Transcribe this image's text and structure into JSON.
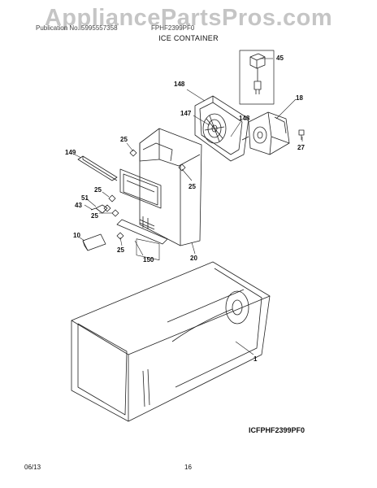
{
  "watermark": "AppliancePartsPros.com",
  "header": {
    "publication": "Publication No. 5995557358",
    "model": "FPHF2399PF0",
    "section_title": "ICE CONTAINER"
  },
  "callouts": {
    "c45": "45",
    "c148a": "148",
    "c18": "18",
    "c147": "147",
    "c148b": "148",
    "c25a": "25",
    "c27": "27",
    "c149": "149",
    "c25b": "25",
    "c25c": "25",
    "c51": "51",
    "c43": "43",
    "c25d": "25",
    "c10": "10",
    "c25e": "25",
    "c150": "150",
    "c20": "20",
    "c1": "1"
  },
  "diagram_code": "ICFPHF2399PF0",
  "footer": {
    "date": "06/13",
    "page": "16"
  }
}
